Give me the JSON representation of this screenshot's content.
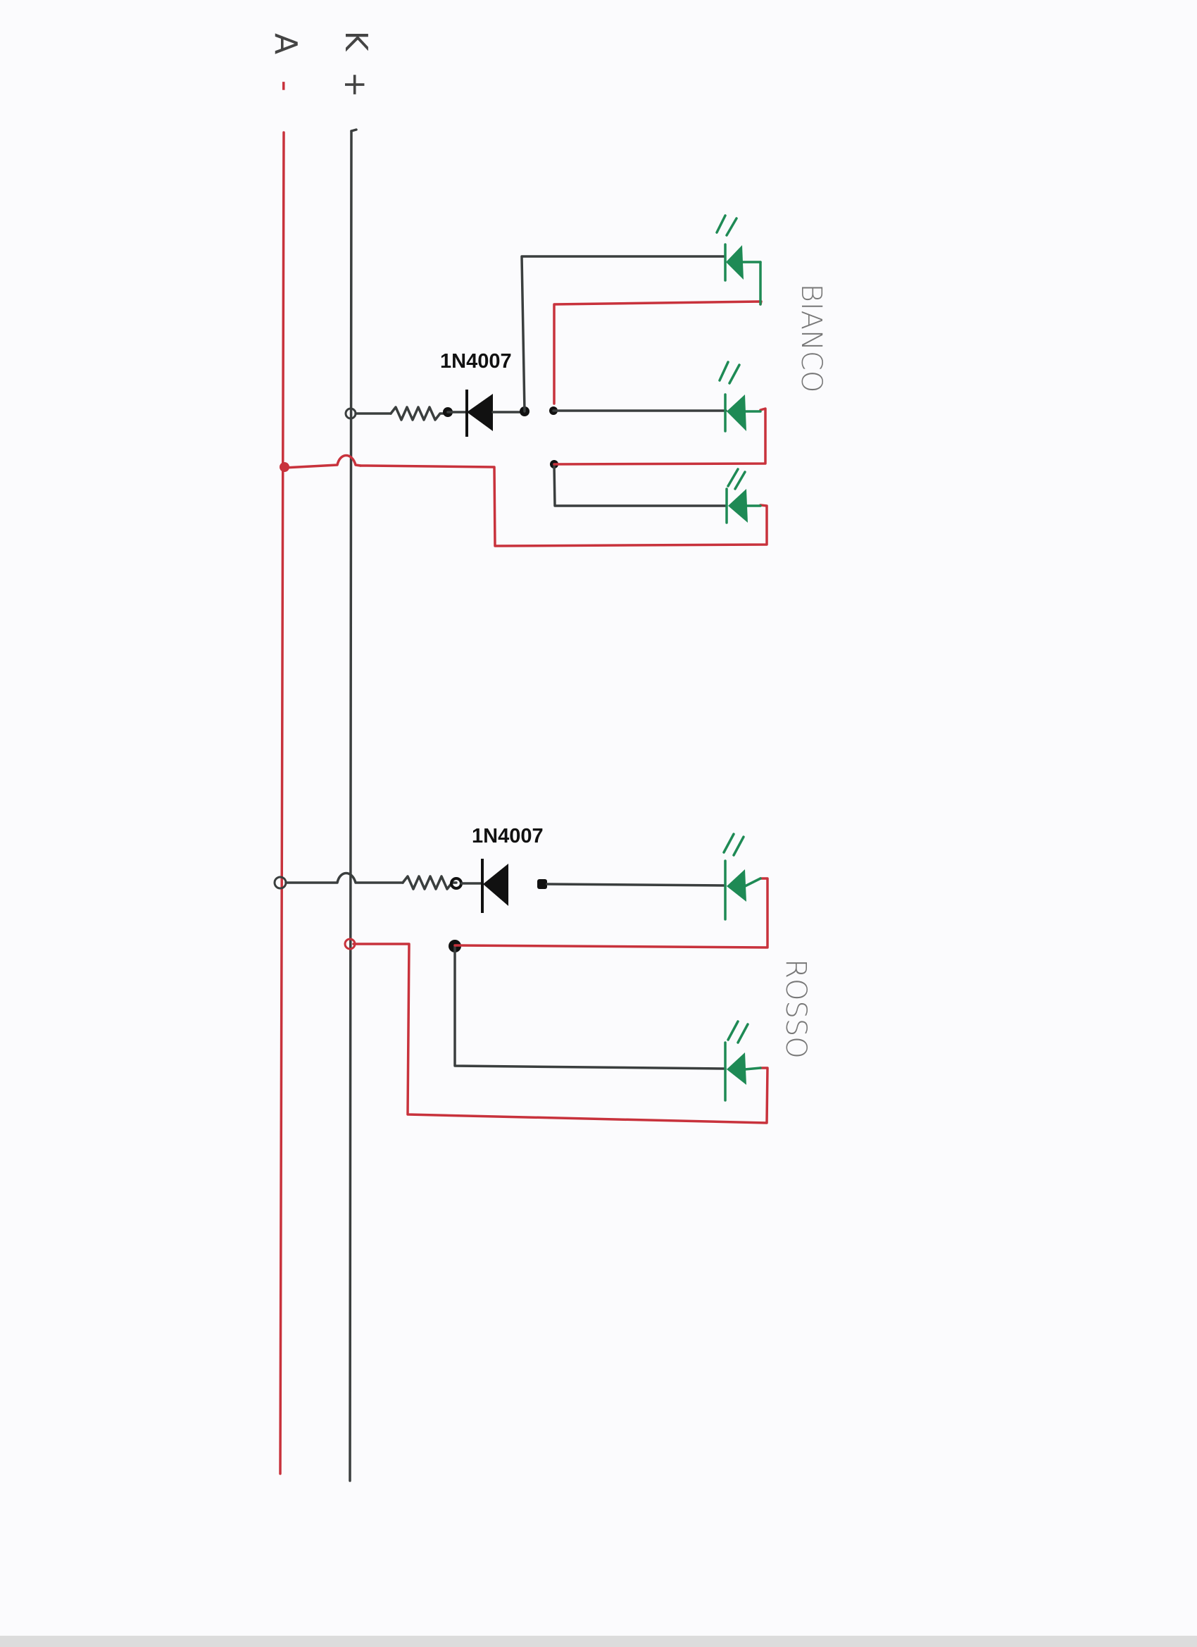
{
  "rails": {
    "negative": {
      "letter": "A",
      "sign": "-",
      "color": "#c8323c"
    },
    "positive": {
      "letter": "K",
      "sign": "+",
      "color": "#3a3e3e"
    }
  },
  "groups": [
    {
      "diode_label": "1N4007",
      "color_label": "BIANCO",
      "led_count": 3
    },
    {
      "diode_label": "1N4007",
      "color_label": "ROSSO",
      "led_count": 2
    }
  ],
  "colors": {
    "red_wire": "#c8323c",
    "black_wire": "#3a3e3e",
    "led": "#1e8a55"
  }
}
